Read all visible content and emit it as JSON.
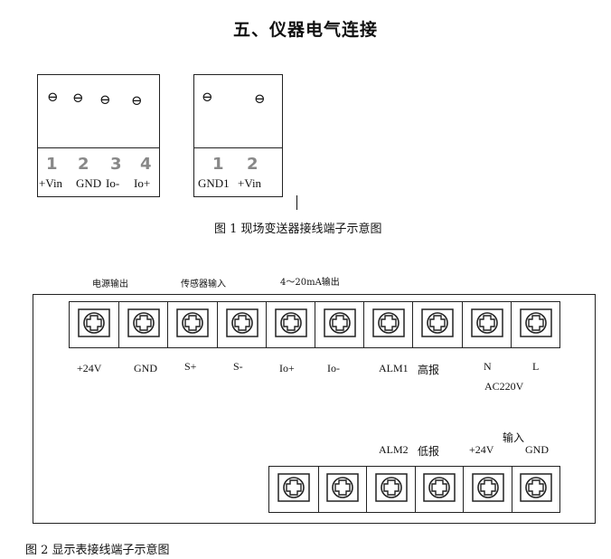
{
  "section_title": "五、仪器电气连接",
  "fig1": {
    "caption": "图 1  现场变送器接线端子示意图",
    "block_a": {
      "numbers": [
        "1",
        "2",
        "3",
        "4"
      ],
      "labels": [
        "+Vin",
        "GND",
        "Io-",
        "Io+"
      ]
    },
    "block_b": {
      "numbers": [
        "1",
        "2"
      ],
      "labels": [
        "GND1",
        "+Vin"
      ]
    }
  },
  "fig2": {
    "caption": "图 2  显示表接线端子示意图",
    "group_labels": [
      "电源输出",
      "传感器输入",
      "4～20mA输出"
    ],
    "top_terminals": [
      "+24V",
      "GND",
      "S+",
      "S-",
      "Io+",
      "Io-",
      "ALM1",
      "高报",
      "N",
      "L"
    ],
    "ac_label": "AC220V",
    "input_label": "输入",
    "bottom_terminals": [
      "ALM2",
      "低报",
      "+24V",
      "GND"
    ]
  }
}
